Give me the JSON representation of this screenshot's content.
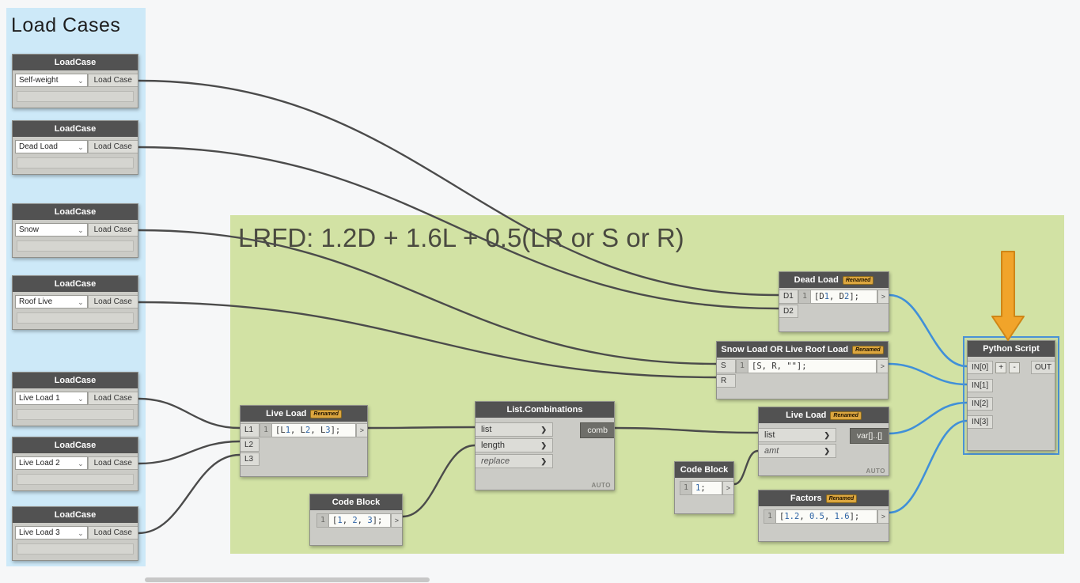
{
  "panel": {
    "title": "Load Cases",
    "nodes": [
      {
        "header": "LoadCase",
        "value": "Self-weight",
        "output": "Load Case"
      },
      {
        "header": "LoadCase",
        "value": "Dead Load",
        "output": "Load Case"
      },
      {
        "header": "LoadCase",
        "value": "Snow",
        "output": "Load Case"
      },
      {
        "header": "LoadCase",
        "value": "Roof Live",
        "output": "Load Case"
      },
      {
        "header": "LoadCase",
        "value": "Live Load 1",
        "output": "Load Case"
      },
      {
        "header": "LoadCase",
        "value": "Live Load 2",
        "output": "Load Case"
      },
      {
        "header": "LoadCase",
        "value": "Live Load 3",
        "output": "Load Case"
      }
    ]
  },
  "group": {
    "title": "LRFD: 1.2D + 1.6L + 0.5(LR or S or R)",
    "color": "#d2e2a4"
  },
  "badge": "Renamed",
  "icons": {
    "dropdown": "⌄",
    "input_chevron": "❯"
  },
  "nodes": {
    "dead_load": {
      "title": "Dead Load",
      "inputs": [
        "D1",
        "D2"
      ],
      "line": "1",
      "code": "[D1, D2];",
      "out": ">"
    },
    "snow_or_roof": {
      "title": "Snow Load OR Live Roof Load",
      "inputs": [
        "S",
        "R"
      ],
      "line": "1",
      "code": "[S, R, \"\"];",
      "out": ">"
    },
    "live_load_cb": {
      "title": "Live Load",
      "inputs": [
        "L1",
        "L2",
        "L3"
      ],
      "line": "1",
      "code": "[L1, L2, L3];",
      "out": ">"
    },
    "list_combinations": {
      "title": "List.Combinations",
      "inputs": [
        "list",
        "length",
        "replace"
      ],
      "output": "comb",
      "auto": "AUTO"
    },
    "code_block_123": {
      "title": "Code Block",
      "line": "1",
      "code": "[1, 2, 3];",
      "out": ">"
    },
    "live_load_list": {
      "title": "Live Load",
      "inputs": [
        "list",
        "amt"
      ],
      "output": "var[]..[]",
      "auto": "AUTO"
    },
    "code_block_1": {
      "title": "Code Block",
      "line": "1",
      "code": "1;",
      "out": ">"
    },
    "factors": {
      "title": "Factors",
      "line": "1",
      "code": "[1.2, 0.5, 1.6];",
      "out": ">"
    },
    "python": {
      "title": "Python Script",
      "inputs": [
        "IN[0]",
        "IN[1]",
        "IN[2]",
        "IN[3]"
      ],
      "output": "OUT",
      "add": "+",
      "remove": "-"
    }
  }
}
